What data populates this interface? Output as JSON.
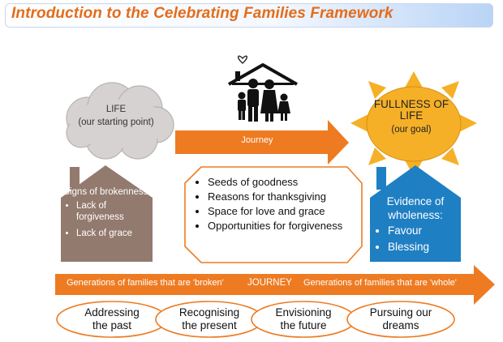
{
  "title": "Introduction to the Celebrating Families Framework",
  "life_cloud": {
    "title": "LIFE",
    "subtitle": "(our starting point)"
  },
  "fullness_sun": {
    "title": "FULLNESS OF LIFE",
    "subtitle": "(our goal)"
  },
  "journey_arrow": {
    "label": "Journey"
  },
  "brokenness_house": {
    "heading": "Signs of brokenness:",
    "items": [
      "Lack of forgiveness",
      "Lack of grace"
    ]
  },
  "wholeness_house": {
    "heading": "Evidence of wholeness:",
    "items": [
      "Favour",
      "Blessing"
    ]
  },
  "center_list": {
    "items": [
      "Seeds of goodness",
      "Reasons for thanksgiving",
      "Space for love and grace",
      "Opportunities for forgiveness"
    ]
  },
  "generations_arrow": {
    "left": "Generations of families that are 'broken'",
    "middle": "JOURNEY",
    "right": "Generations of families that are 'whole'"
  },
  "stages": [
    {
      "line1": "Addressing",
      "line2": "the past"
    },
    {
      "line1": "Recognising",
      "line2": "the present"
    },
    {
      "line1": "Envisioning",
      "line2": "the future"
    },
    {
      "line1": "Pursuing our",
      "line2": "dreams"
    }
  ],
  "colors": {
    "orange": "#ee7b22",
    "title": "#e46c1a",
    "brown": "#937a6e",
    "blue": "#1f7fc3",
    "sun": "#f6b027",
    "cloud": "#d6d2d2"
  }
}
